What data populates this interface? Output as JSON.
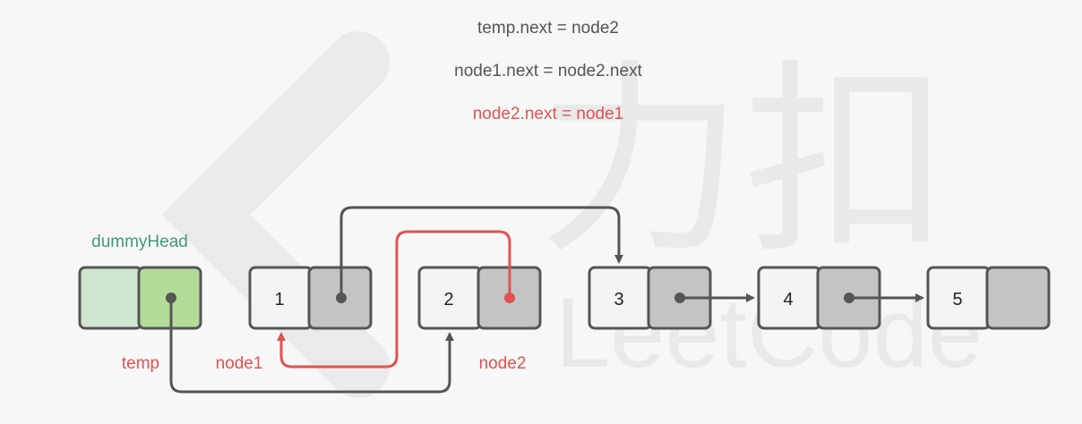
{
  "code_lines": [
    {
      "text": "temp.next = node2",
      "color": "#555555"
    },
    {
      "text": "node1.next = node2.next",
      "color": "#555555"
    },
    {
      "text": "node2.next = node1",
      "color": "#e05252"
    }
  ],
  "dummy": {
    "label": "dummyHead",
    "label_color": "#3f9a7a"
  },
  "nodes": [
    {
      "value": "1"
    },
    {
      "value": "2"
    },
    {
      "value": "3"
    },
    {
      "value": "4"
    },
    {
      "value": "5"
    }
  ],
  "pointers": {
    "temp": "temp",
    "node1": "node1",
    "node2": "node2"
  },
  "watermark": {
    "text": "力扣",
    "sub": "LeetCode"
  },
  "colors": {
    "highlight": "#e05252",
    "arrow": "#555555",
    "node_fill": "#f4f4f4",
    "next_fill": "#c4c4c4",
    "dummy_val_fill": "#cfe5cf",
    "dummy_next_fill": "#b2dc98"
  }
}
